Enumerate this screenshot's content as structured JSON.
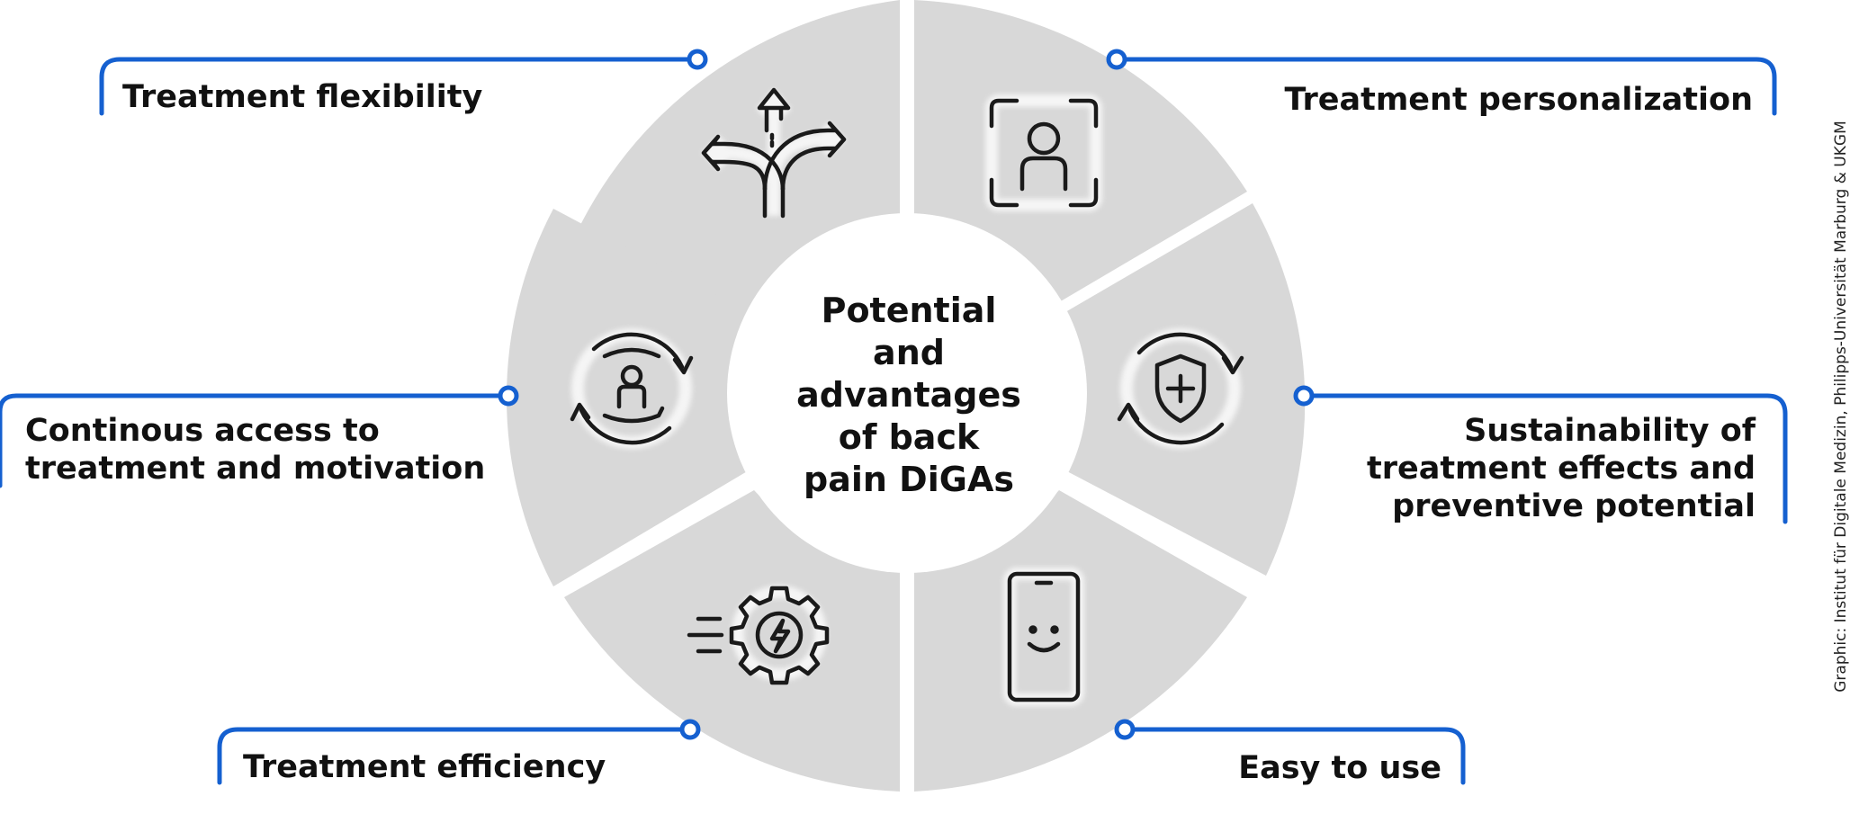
{
  "diagram": {
    "center_title": [
      "Potential",
      "and",
      "advantages",
      "of back",
      "pain DiGAs"
    ],
    "segments": [
      {
        "label": [
          "Treatment flexibility"
        ],
        "icon": "crossroads-arrows-icon"
      },
      {
        "label": [
          "Treatment personalization"
        ],
        "icon": "person-focus-frame-icon"
      },
      {
        "label": [
          "Continous access to",
          "treatment and motivation"
        ],
        "icon": "hands-person-cycle-icon"
      },
      {
        "label": [
          "Sustainability of",
          "treatment effects and",
          "preventive potential"
        ],
        "icon": "shield-plus-cycle-icon"
      },
      {
        "label": [
          "Treatment efficiency"
        ],
        "icon": "gear-lightning-speed-icon"
      },
      {
        "label": [
          "Easy to use"
        ],
        "icon": "smiling-phone-icon"
      }
    ]
  },
  "credit": "Graphic: Institut für Digitale Medizin, Philipps-Universität Marburg & UKGM",
  "colors": {
    "segment_fill": "#d8d8d8",
    "connector_line": "#1560d0",
    "text": "#111111",
    "icon_stroke": "#1a1a1a",
    "background": "#ffffff"
  }
}
